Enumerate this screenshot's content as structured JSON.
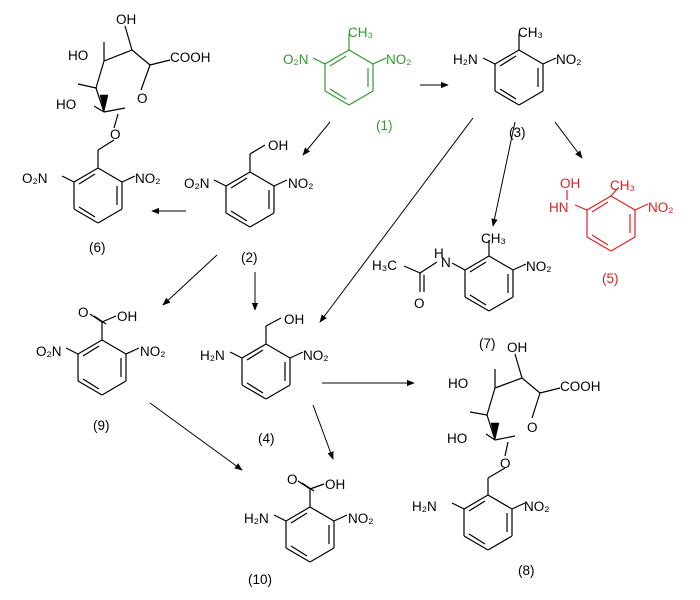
{
  "colors": {
    "black": "#000000",
    "green": "#2e9a2e",
    "red": "#e02020"
  },
  "compounds": {
    "c1": {
      "label": "(1)",
      "sub_left": "O₂N",
      "sub_right": "NO₂",
      "sub_top": "CH₃"
    },
    "c2": {
      "label": "(2)",
      "sub_left": "O₂N",
      "sub_right": "NO₂",
      "sub_top": "OH"
    },
    "c3": {
      "label": "(3)",
      "sub_left": "H₂N",
      "sub_right": "NO₂",
      "sub_top": "CH₃"
    },
    "c4": {
      "label": "(4)",
      "sub_left": "H₂N",
      "sub_right": "NO₂",
      "sub_top": "OH"
    },
    "c5": {
      "label": "(5)",
      "sub_oh": "OH",
      "sub_nh": "HN",
      "sub_top": "CH₃",
      "sub_right": "NO₂"
    },
    "c6": {
      "label": "(6)",
      "sub_left": "O₂N",
      "sub_right": "NO₂",
      "sugar": {
        "oh1": "OH",
        "oh2": "HO",
        "oh3": "HO",
        "cooh": "COOH",
        "o_ring": "O",
        "o_link": "O"
      }
    },
    "c7": {
      "label": "(7)",
      "sub_ch3": "CH₃",
      "sub_ch3_left": "H₃C",
      "sub_nh": "N",
      "sub_h": "H",
      "sub_o": "O",
      "sub_right": "NO₂"
    },
    "c8": {
      "label": "(8)",
      "sub_left": "H₂N",
      "sub_right": "NO₂",
      "sugar": {
        "oh1": "OH",
        "oh2": "HO",
        "oh3": "HO",
        "cooh": "COOH",
        "o_ring": "O",
        "o_link": "O"
      }
    },
    "c9": {
      "label": "(9)",
      "sub_left": "O₂N",
      "sub_right": "NO₂",
      "sub_o": "O",
      "sub_oh": "OH"
    },
    "c10": {
      "label": "(10)",
      "sub_left": "H₂N",
      "sub_right": "NO₂",
      "sub_o": "O",
      "sub_oh": "OH"
    }
  }
}
